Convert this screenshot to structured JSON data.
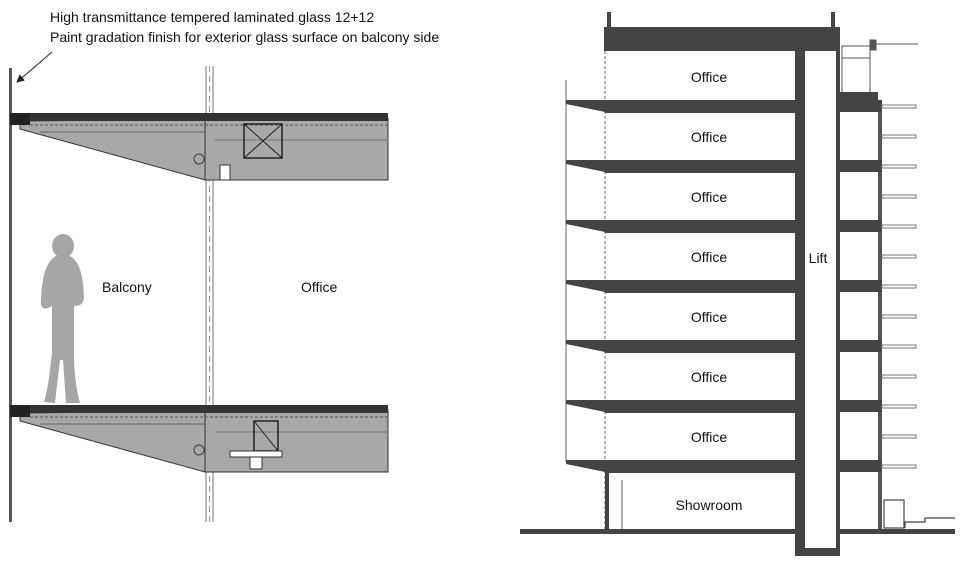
{
  "detail": {
    "note_line_1": "High transmittance tempered laminated glass 12+12",
    "note_line_2": "Paint gradation finish for exterior glass surface on balcony side",
    "balcony_label": "Balcony",
    "office_label": "Office"
  },
  "section": {
    "floor_labels": [
      "Office",
      "Office",
      "Office",
      "Office",
      "Office",
      "Office",
      "Office"
    ],
    "showroom_label": "Showroom",
    "lift_label": "Lift"
  },
  "colors": {
    "slab": "#444444",
    "concrete": "#a8a8a8",
    "concrete_light": "#c2c2c2",
    "person": "#a6a6a6",
    "line": "#222222"
  }
}
